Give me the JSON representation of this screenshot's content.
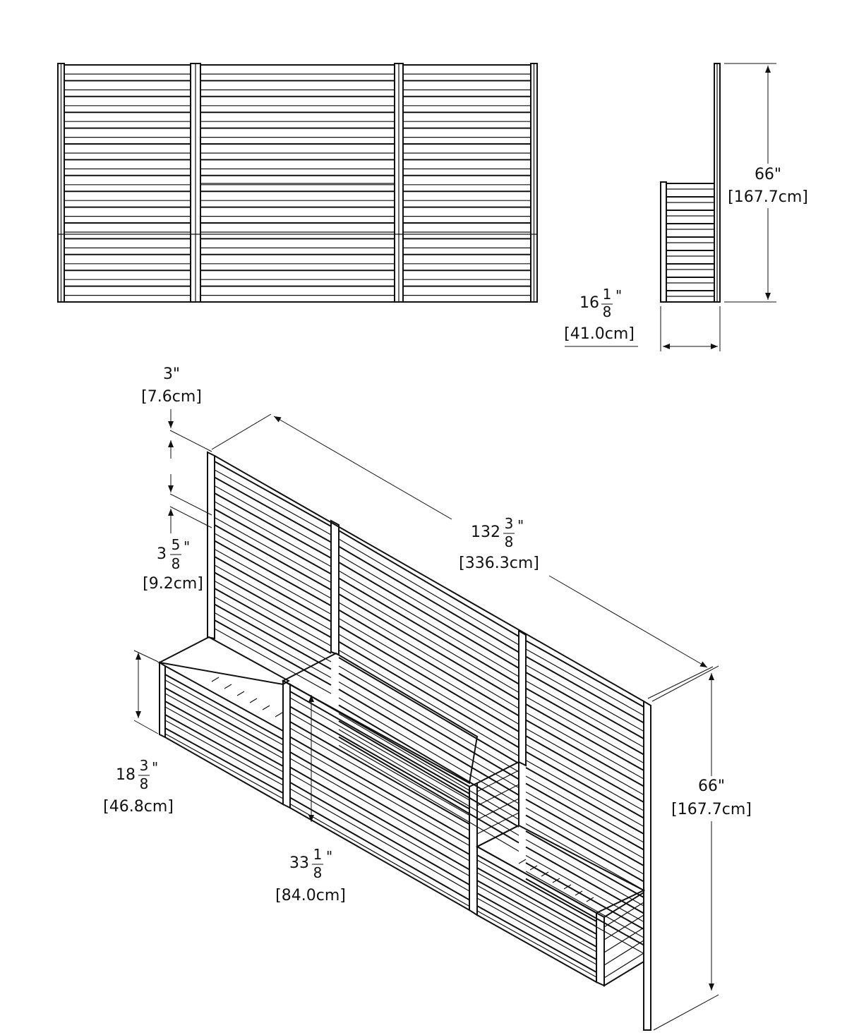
{
  "dimensions": {
    "front_height": {
      "imperial": "66\"",
      "metric": "[167.7cm]"
    },
    "side_depth": {
      "whole": "16",
      "num": "1",
      "den": "8",
      "mark": "\"",
      "metric": "[41.0cm]"
    },
    "post_width": {
      "imperial": "3\"",
      "metric": "[7.6cm]"
    },
    "slat_height": {
      "whole": "3",
      "num": "5",
      "den": "8",
      "mark": "\"",
      "metric": "[9.2cm]"
    },
    "overall_length": {
      "whole": "132",
      "num": "3",
      "den": "8",
      "mark": "\"",
      "metric": "[336.3cm]"
    },
    "planter_height": {
      "whole": "18",
      "num": "3",
      "den": "8",
      "mark": "\"",
      "metric": "[46.8cm]"
    },
    "center_height": {
      "whole": "33",
      "num": "1",
      "den": "8",
      "mark": "\"",
      "metric": "[84.0cm]"
    },
    "iso_height": {
      "imperial": "66\"",
      "metric": "[167.7cm]"
    }
  }
}
